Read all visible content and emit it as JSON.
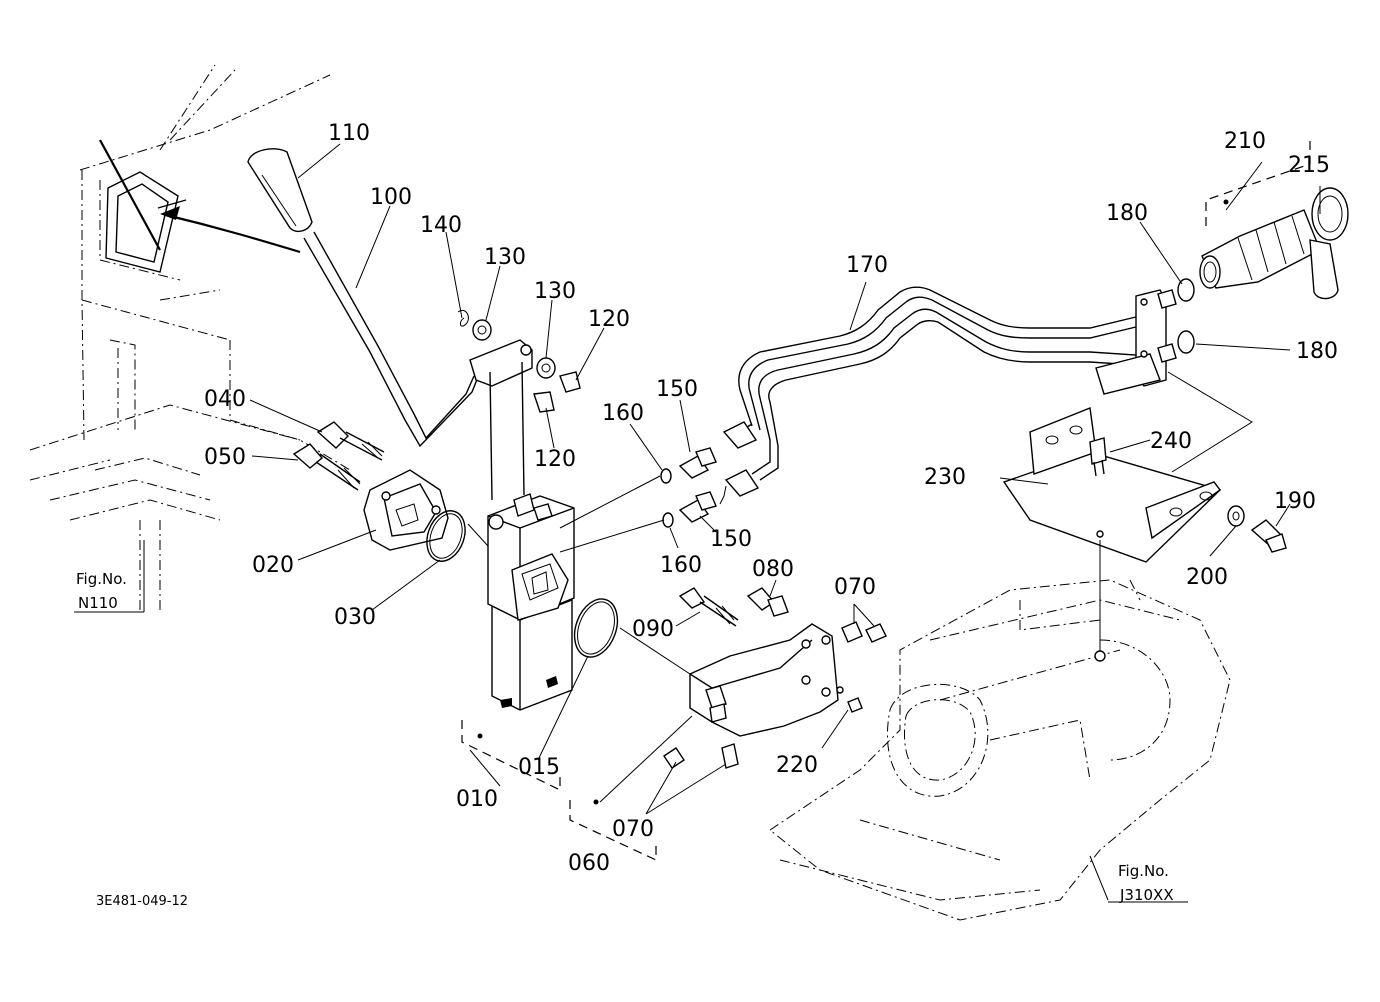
{
  "labels": {
    "p110": "110",
    "p100": "100",
    "p140": "140",
    "p130a": "130",
    "p130b": "130",
    "p120a": "120",
    "p120b": "120",
    "p040": "040",
    "p050": "050",
    "p020": "020",
    "p030": "030",
    "p010": "010",
    "p015": "015",
    "p160a": "160",
    "p160b": "160",
    "p150a": "150",
    "p150b": "150",
    "p170": "170",
    "p180a": "180",
    "p180b": "180",
    "p210": "210",
    "p215": "215",
    "p230": "230",
    "p240": "240",
    "p190": "190",
    "p200": "200",
    "p080": "080",
    "p090": "090",
    "p070a": "070",
    "p070b": "070",
    "p220": "220",
    "p060": "060"
  },
  "references": {
    "fig_label_left": "Fig.No.",
    "fig_no_left": "N110",
    "fig_label_right": "Fig.No.",
    "fig_no_right": "J310XX"
  },
  "drawing_code": "3E481-049-12"
}
